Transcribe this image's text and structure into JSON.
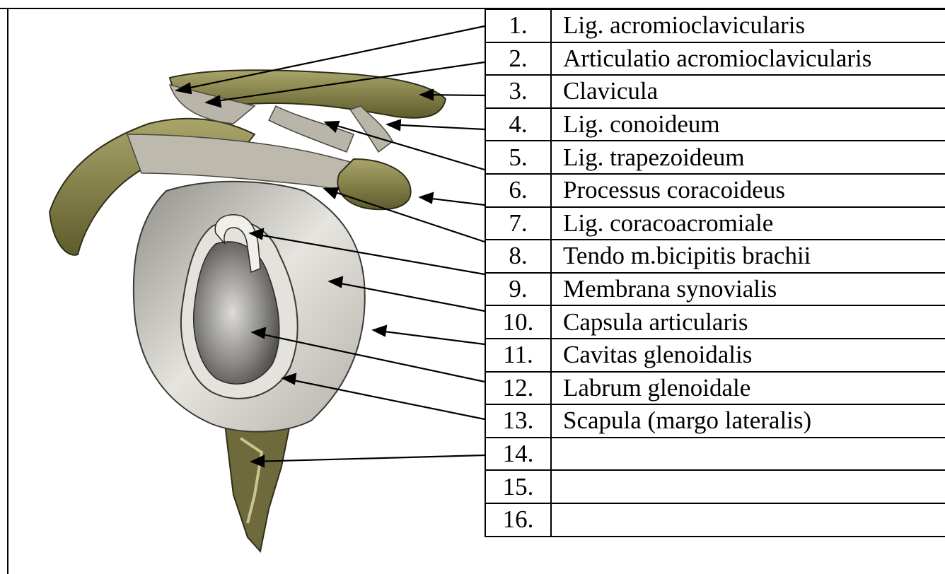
{
  "labels": [
    {
      "number": "1.",
      "term": "Lig. acromioclavicularis"
    },
    {
      "number": "2.",
      "term": "Articulatio acromioclavicularis"
    },
    {
      "number": "3.",
      "term": "Clavicula"
    },
    {
      "number": "4.",
      "term": "Lig. conoideum"
    },
    {
      "number": "5.",
      "term": "Lig. trapezoideum"
    },
    {
      "number": "6.",
      "term": "Processus coracoideus"
    },
    {
      "number": "7.",
      "term": "Lig. coracoacromiale"
    },
    {
      "number": "8.",
      "term": "Tendo m.bicipitis brachii"
    },
    {
      "number": "9.",
      "term": "Membrana synovialis"
    },
    {
      "number": "10.",
      "term": "Capsula articularis"
    },
    {
      "number": "11.",
      "term": "Cavitas glenoidalis"
    },
    {
      "number": "12.",
      "term": "Labrum glenoidale"
    },
    {
      "number": "13.",
      "term": "Scapula (margo lateralis)"
    },
    {
      "number": "14.",
      "term": ""
    },
    {
      "number": "15.",
      "term": ""
    },
    {
      "number": "16.",
      "term": ""
    }
  ],
  "colors": {
    "bone": "#8c8a4e",
    "bone_dark": "#5e5c2c",
    "ligament": "#b9b5a8",
    "capsule": "#d6d4ce",
    "fossa": "#8a8986",
    "line": "#000000"
  }
}
